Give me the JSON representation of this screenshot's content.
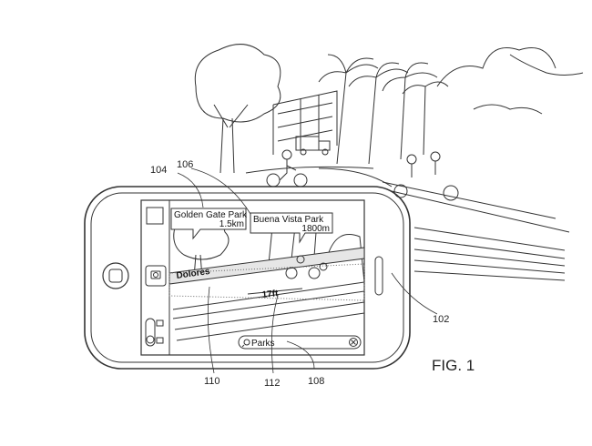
{
  "callouts": {
    "golden_gate": {
      "name": "Golden Gate Park",
      "distance": "1.5km"
    },
    "buena_vista": {
      "name": "Buena Vista Park",
      "distance": "1800m"
    }
  },
  "street": {
    "name": "Dolores",
    "distance": "17ft"
  },
  "search": {
    "value": "Parks"
  },
  "refs": {
    "r102": "102",
    "r104": "104",
    "r106": "106",
    "r108": "108",
    "r110": "110",
    "r112": "112"
  },
  "figure_label": "FIG. 1",
  "icons": {
    "camera": "camera-icon",
    "video": "video-icon",
    "search": "search-icon",
    "clear": "clear-icon"
  }
}
